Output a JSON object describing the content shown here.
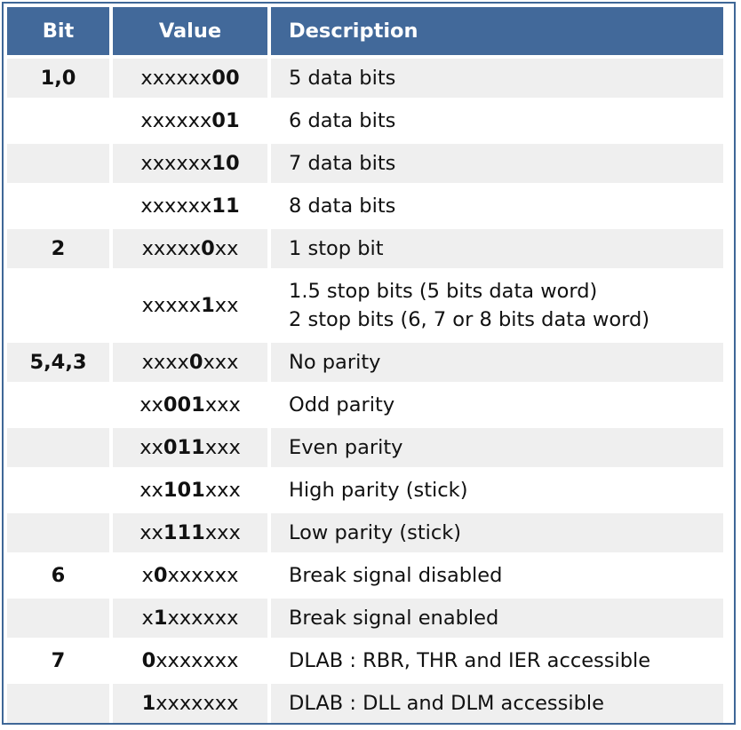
{
  "headers": {
    "bit": "Bit",
    "value": "Value",
    "description": "Description"
  },
  "rows": [
    {
      "bit": "1,0",
      "value_pre": "xxxxxx",
      "value_bold": "00",
      "value_post": "",
      "desc1": "5 data bits",
      "desc2": ""
    },
    {
      "bit": "",
      "value_pre": "xxxxxx",
      "value_bold": "01",
      "value_post": "",
      "desc1": "6 data bits",
      "desc2": ""
    },
    {
      "bit": "",
      "value_pre": "xxxxxx",
      "value_bold": "10",
      "value_post": "",
      "desc1": "7 data bits",
      "desc2": ""
    },
    {
      "bit": "",
      "value_pre": "xxxxxx",
      "value_bold": "11",
      "value_post": "",
      "desc1": "8 data bits",
      "desc2": ""
    },
    {
      "bit": "2",
      "value_pre": "xxxxx",
      "value_bold": "0",
      "value_post": "xx",
      "desc1": "1 stop bit",
      "desc2": ""
    },
    {
      "bit": "",
      "value_pre": "xxxxx",
      "value_bold": "1",
      "value_post": "xx",
      "desc1": "1.5 stop bits (5 bits data word)",
      "desc2": "2 stop bits (6, 7 or 8 bits data word)"
    },
    {
      "bit": "5,4,3",
      "value_pre": "xxxx",
      "value_bold": "0",
      "value_post": "xxx",
      "desc1": "No parity",
      "desc2": ""
    },
    {
      "bit": "",
      "value_pre": "xx",
      "value_bold": "001",
      "value_post": "xxx",
      "desc1": "Odd parity",
      "desc2": ""
    },
    {
      "bit": "",
      "value_pre": "xx",
      "value_bold": "011",
      "value_post": "xxx",
      "desc1": "Even parity",
      "desc2": ""
    },
    {
      "bit": "",
      "value_pre": "xx",
      "value_bold": "101",
      "value_post": "xxx",
      "desc1": "High parity (stick)",
      "desc2": ""
    },
    {
      "bit": "",
      "value_pre": "xx",
      "value_bold": "111",
      "value_post": "xxx",
      "desc1": "Low parity (stick)",
      "desc2": ""
    },
    {
      "bit": "6",
      "value_pre": "x",
      "value_bold": "0",
      "value_post": "xxxxxx",
      "desc1": "Break signal disabled",
      "desc2": ""
    },
    {
      "bit": "",
      "value_pre": "x",
      "value_bold": "1",
      "value_post": "xxxxxx",
      "desc1": "Break signal enabled",
      "desc2": ""
    },
    {
      "bit": "7",
      "value_pre": "",
      "value_bold": "0",
      "value_post": "xxxxxxx",
      "desc1": "DLAB : RBR, THR and IER accessible",
      "desc2": ""
    },
    {
      "bit": "",
      "value_pre": "",
      "value_bold": "1",
      "value_post": "xxxxxxx",
      "desc1": "DLAB : DLL and DLM accessible",
      "desc2": ""
    }
  ]
}
